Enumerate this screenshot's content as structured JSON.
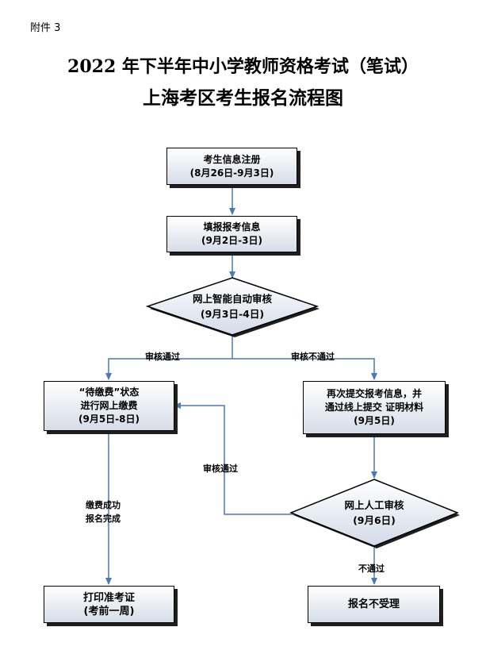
{
  "header": {
    "annex": "附件 3",
    "title_line1": "2022 年下半年中小学教师资格考试（笔试）",
    "title_line2": "上海考区考生报名流程图"
  },
  "nodes": {
    "register": {
      "line1": "考生信息注册",
      "line2": "(8月26日-9月3日)"
    },
    "fill_info": {
      "line1": "填报报考信息",
      "line2": "(9月2日-3日)"
    },
    "auto_review": {
      "line1": "网上智能自动审核",
      "line2": "(9月3日-4日)"
    },
    "payment": {
      "line1": "“待缴费”状态",
      "line2": "进行网上缴费",
      "line3": "(9月5日-8日)"
    },
    "resubmit": {
      "line1": "再次提交报考信息，并",
      "line2": "通过线上提交 证明材料",
      "line3": "(9月5日)"
    },
    "manual_review": {
      "line1": "网上人工审核",
      "line2": "(9月6日)"
    },
    "print_ticket": {
      "line1": "打印准考证",
      "line2": "(考前一周)"
    },
    "rejected": {
      "line1": "报名不受理"
    }
  },
  "edges": {
    "auto_pass": "审核通过",
    "auto_fail": "审核不通过",
    "manual_pass": "审核通过",
    "pay_success_1": "缴费成功",
    "pay_success_2": "报名完成",
    "manual_fail": "不通过"
  },
  "colors": {
    "line": "#4a7ab5",
    "box_bottom": "#d6dde8",
    "diamond": "#d3dbe8"
  }
}
